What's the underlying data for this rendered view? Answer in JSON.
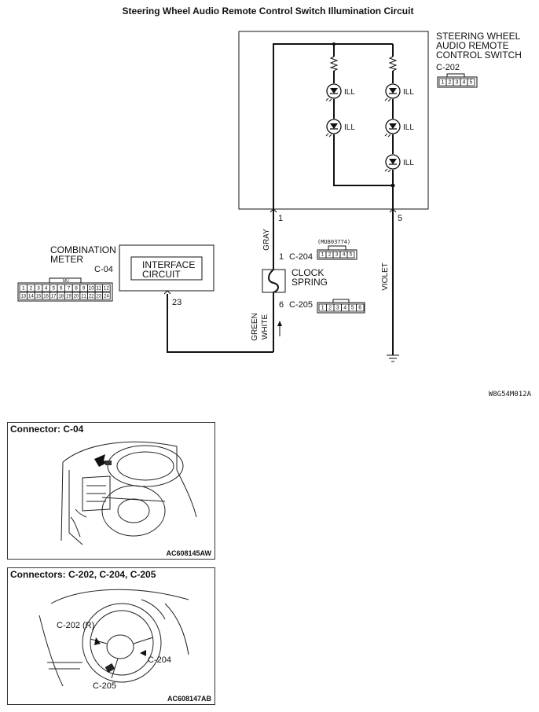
{
  "title": "Steering Wheel Audio Remote Control Switch Illumination Circuit",
  "swarc": {
    "name_lines": [
      "STEERING WHEEL",
      "AUDIO REMOTE",
      "CONTROL SWITCH"
    ],
    "connector": "C-202",
    "pins": [
      "1",
      "2",
      "3",
      "4",
      "5"
    ],
    "ill_label": "ILL"
  },
  "combination_meter": {
    "name_lines": [
      "COMBINATION",
      "METER"
    ],
    "connector": "C-04",
    "inner_lines": [
      "INTERFACE",
      "CIRCUIT"
    ],
    "pin": "23",
    "pins_top": [
      "1",
      "2",
      "3",
      "4",
      "5",
      "6",
      "7",
      "8",
      "9",
      "10",
      "11",
      "12"
    ],
    "pins_bottom": [
      "13",
      "14",
      "15",
      "16",
      "17",
      "18",
      "19",
      "20",
      "21",
      "22",
      "23",
      "24"
    ],
    "mu_tag": "MU"
  },
  "clock_spring": {
    "name_lines": [
      "CLOCK",
      "SPRING"
    ],
    "upper_conn": "C-204",
    "upper_pin": "1",
    "upper_part": "(MU803774)",
    "upper_pins": [
      "1",
      "2",
      "3",
      "4",
      "5"
    ],
    "lower_conn": "C-205",
    "lower_pin": "6",
    "lower_pins": [
      "1",
      "2",
      "3",
      "4",
      "5",
      "6"
    ]
  },
  "wires": {
    "gray": "GRAY",
    "violet": "VIOLET",
    "green_white_lines": [
      "GREEN",
      "WHITE"
    ],
    "pin_swarc_left": "1",
    "pin_swarc_right": "5"
  },
  "diagram_code": "W8G54M012A",
  "panel_c04": {
    "title": "Connector: C-04",
    "image_id": "AC608145AW"
  },
  "panel_c202": {
    "title": "Connectors: C-202, C-204, C-205",
    "image_id": "AC608147AB",
    "callouts": [
      "C-202 (R)",
      "C-204",
      "C-205"
    ]
  }
}
